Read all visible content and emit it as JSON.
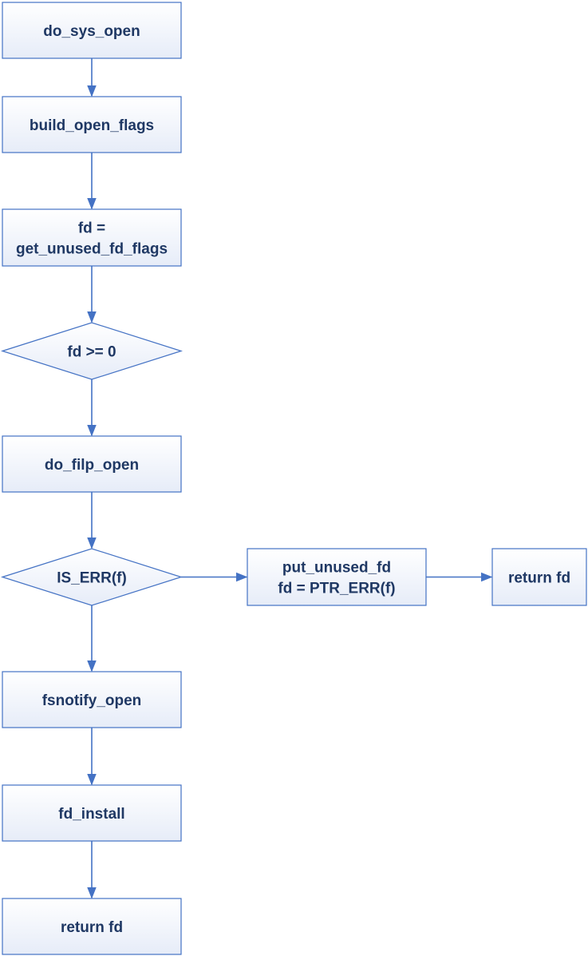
{
  "diagram": {
    "nodes": [
      {
        "id": "do_sys_open",
        "shape": "rect",
        "lines": [
          "do_sys_open"
        ]
      },
      {
        "id": "build_open_flags",
        "shape": "rect",
        "lines": [
          "build_open_flags"
        ]
      },
      {
        "id": "get_unused_fd_flags",
        "shape": "rect",
        "lines": [
          "fd =",
          "get_unused_fd_flags"
        ]
      },
      {
        "id": "fd_check",
        "shape": "diamond",
        "lines": [
          "fd >= 0"
        ]
      },
      {
        "id": "do_filp_open",
        "shape": "rect",
        "lines": [
          "do_filp_open"
        ]
      },
      {
        "id": "is_err",
        "shape": "diamond",
        "lines": [
          "IS_ERR(f)"
        ]
      },
      {
        "id": "put_unused_fd",
        "shape": "rect",
        "lines": [
          "put_unused_fd",
          "fd = PTR_ERR(f)"
        ]
      },
      {
        "id": "return_fd_error",
        "shape": "rect",
        "lines": [
          "return fd"
        ]
      },
      {
        "id": "fsnotify_open",
        "shape": "rect",
        "lines": [
          "fsnotify_open"
        ]
      },
      {
        "id": "fd_install",
        "shape": "rect",
        "lines": [
          "fd_install"
        ]
      },
      {
        "id": "return_fd",
        "shape": "rect",
        "lines": [
          "return fd"
        ]
      }
    ],
    "edges": [
      {
        "from": "do_sys_open",
        "to": "build_open_flags"
      },
      {
        "from": "build_open_flags",
        "to": "get_unused_fd_flags"
      },
      {
        "from": "get_unused_fd_flags",
        "to": "fd_check"
      },
      {
        "from": "fd_check",
        "to": "do_filp_open"
      },
      {
        "from": "do_filp_open",
        "to": "is_err"
      },
      {
        "from": "is_err",
        "to": "put_unused_fd"
      },
      {
        "from": "put_unused_fd",
        "to": "return_fd_error"
      },
      {
        "from": "is_err",
        "to": "fsnotify_open"
      },
      {
        "from": "fsnotify_open",
        "to": "fd_install"
      },
      {
        "from": "fd_install",
        "to": "return_fd"
      }
    ],
    "colors": {
      "stroke": "#4472c4",
      "text": "#1f3864",
      "fill_top": "#ffffff",
      "fill_bottom": "#e6ecf8"
    }
  }
}
